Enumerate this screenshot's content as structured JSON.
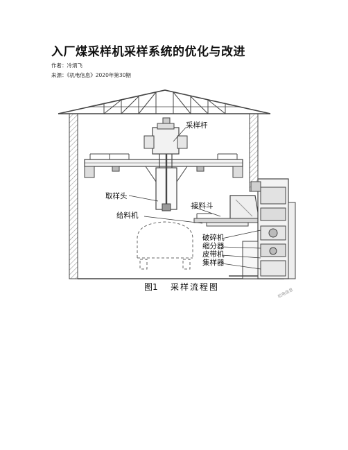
{
  "article": {
    "title": "入厂煤采样机采样系统的优化与改进",
    "author_line": "作者：冷炳飞",
    "source_line": "来源：《机电信息》2020年第30期"
  },
  "figure": {
    "labels": {
      "sampling_rod": "采样杆",
      "sampling_head": "取样头",
      "hopper": "接料斗",
      "feeder": "给料机",
      "crusher": "破碎机",
      "divider": "缩分器",
      "belt": "皮带机",
      "collector": "集样器"
    },
    "caption_num": "图1",
    "caption_text": "采样流程图",
    "watermark": "机电信息"
  }
}
